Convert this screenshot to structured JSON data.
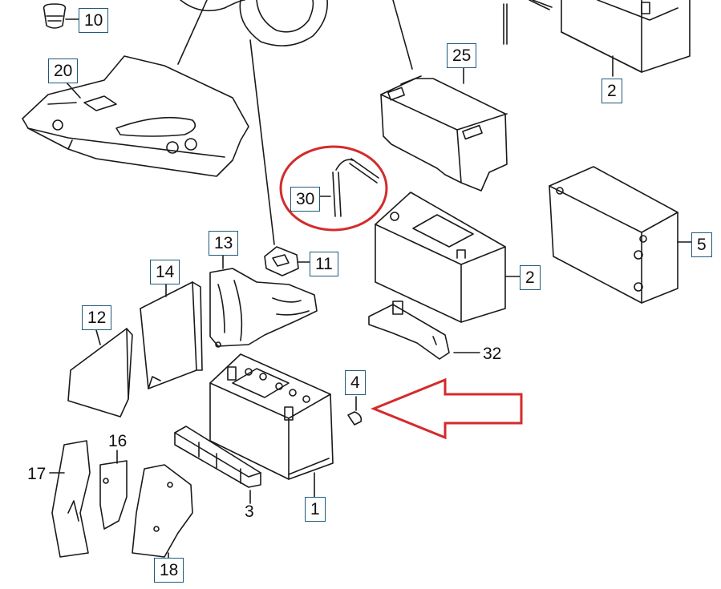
{
  "diagram": {
    "callouts": [
      {
        "id": "c10",
        "label": "10",
        "boxed": true
      },
      {
        "id": "c20",
        "label": "20",
        "boxed": true
      },
      {
        "id": "c25",
        "label": "25",
        "boxed": true
      },
      {
        "id": "c2top",
        "label": "2",
        "boxed": true
      },
      {
        "id": "c30",
        "label": "30",
        "boxed": true
      },
      {
        "id": "c5",
        "label": "5",
        "boxed": true
      },
      {
        "id": "c13",
        "label": "13",
        "boxed": true
      },
      {
        "id": "c11",
        "label": "11",
        "boxed": true
      },
      {
        "id": "c14",
        "label": "14",
        "boxed": true
      },
      {
        "id": "c2mid",
        "label": "2",
        "boxed": true
      },
      {
        "id": "c12",
        "label": "12",
        "boxed": true
      },
      {
        "id": "c32",
        "label": "32",
        "boxed": false
      },
      {
        "id": "c4",
        "label": "4",
        "boxed": true
      },
      {
        "id": "c16",
        "label": "16",
        "boxed": false
      },
      {
        "id": "c17",
        "label": "17",
        "boxed": false
      },
      {
        "id": "c3",
        "label": "3",
        "boxed": false
      },
      {
        "id": "c1",
        "label": "1",
        "boxed": true
      },
      {
        "id": "c18",
        "label": "18",
        "boxed": true
      }
    ],
    "highlight_color": "#d42b2b",
    "line_color": "#1a1a1a",
    "callout_border_color": "#1f5a7a"
  }
}
